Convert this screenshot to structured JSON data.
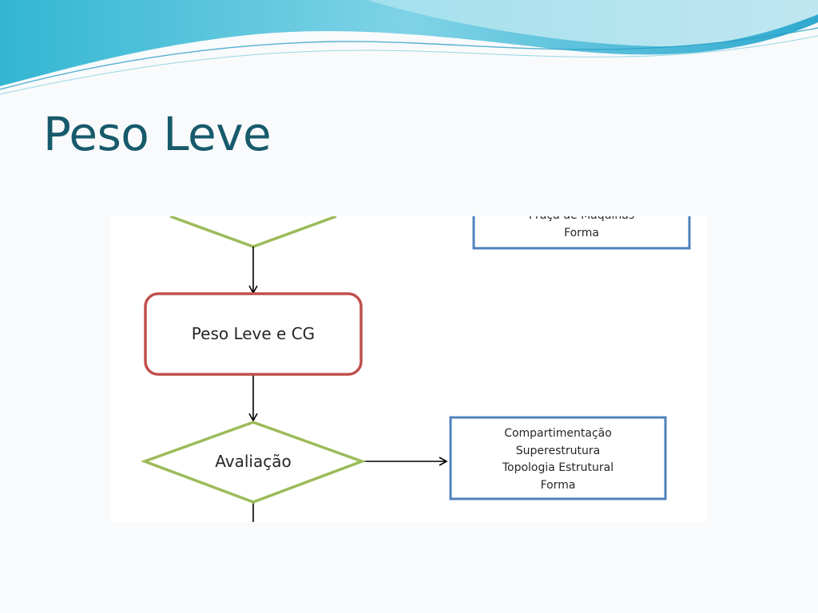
{
  "slide": {
    "title": "Peso Leve"
  },
  "diagram": {
    "top_box_lines": [
      "Praça de Máquinas",
      "Forma"
    ],
    "process_node": "Peso Leve e CG",
    "decision_node": "Avaliação",
    "bottom_box_lines": [
      "Compartimentação",
      "Superestrutura",
      "Topologia Estrutural",
      "Forma"
    ]
  },
  "colors": {
    "title": "#175a6c",
    "decision_border": "#9bbb59",
    "process_border": "#c0504d",
    "box_border": "#4f81bd"
  }
}
